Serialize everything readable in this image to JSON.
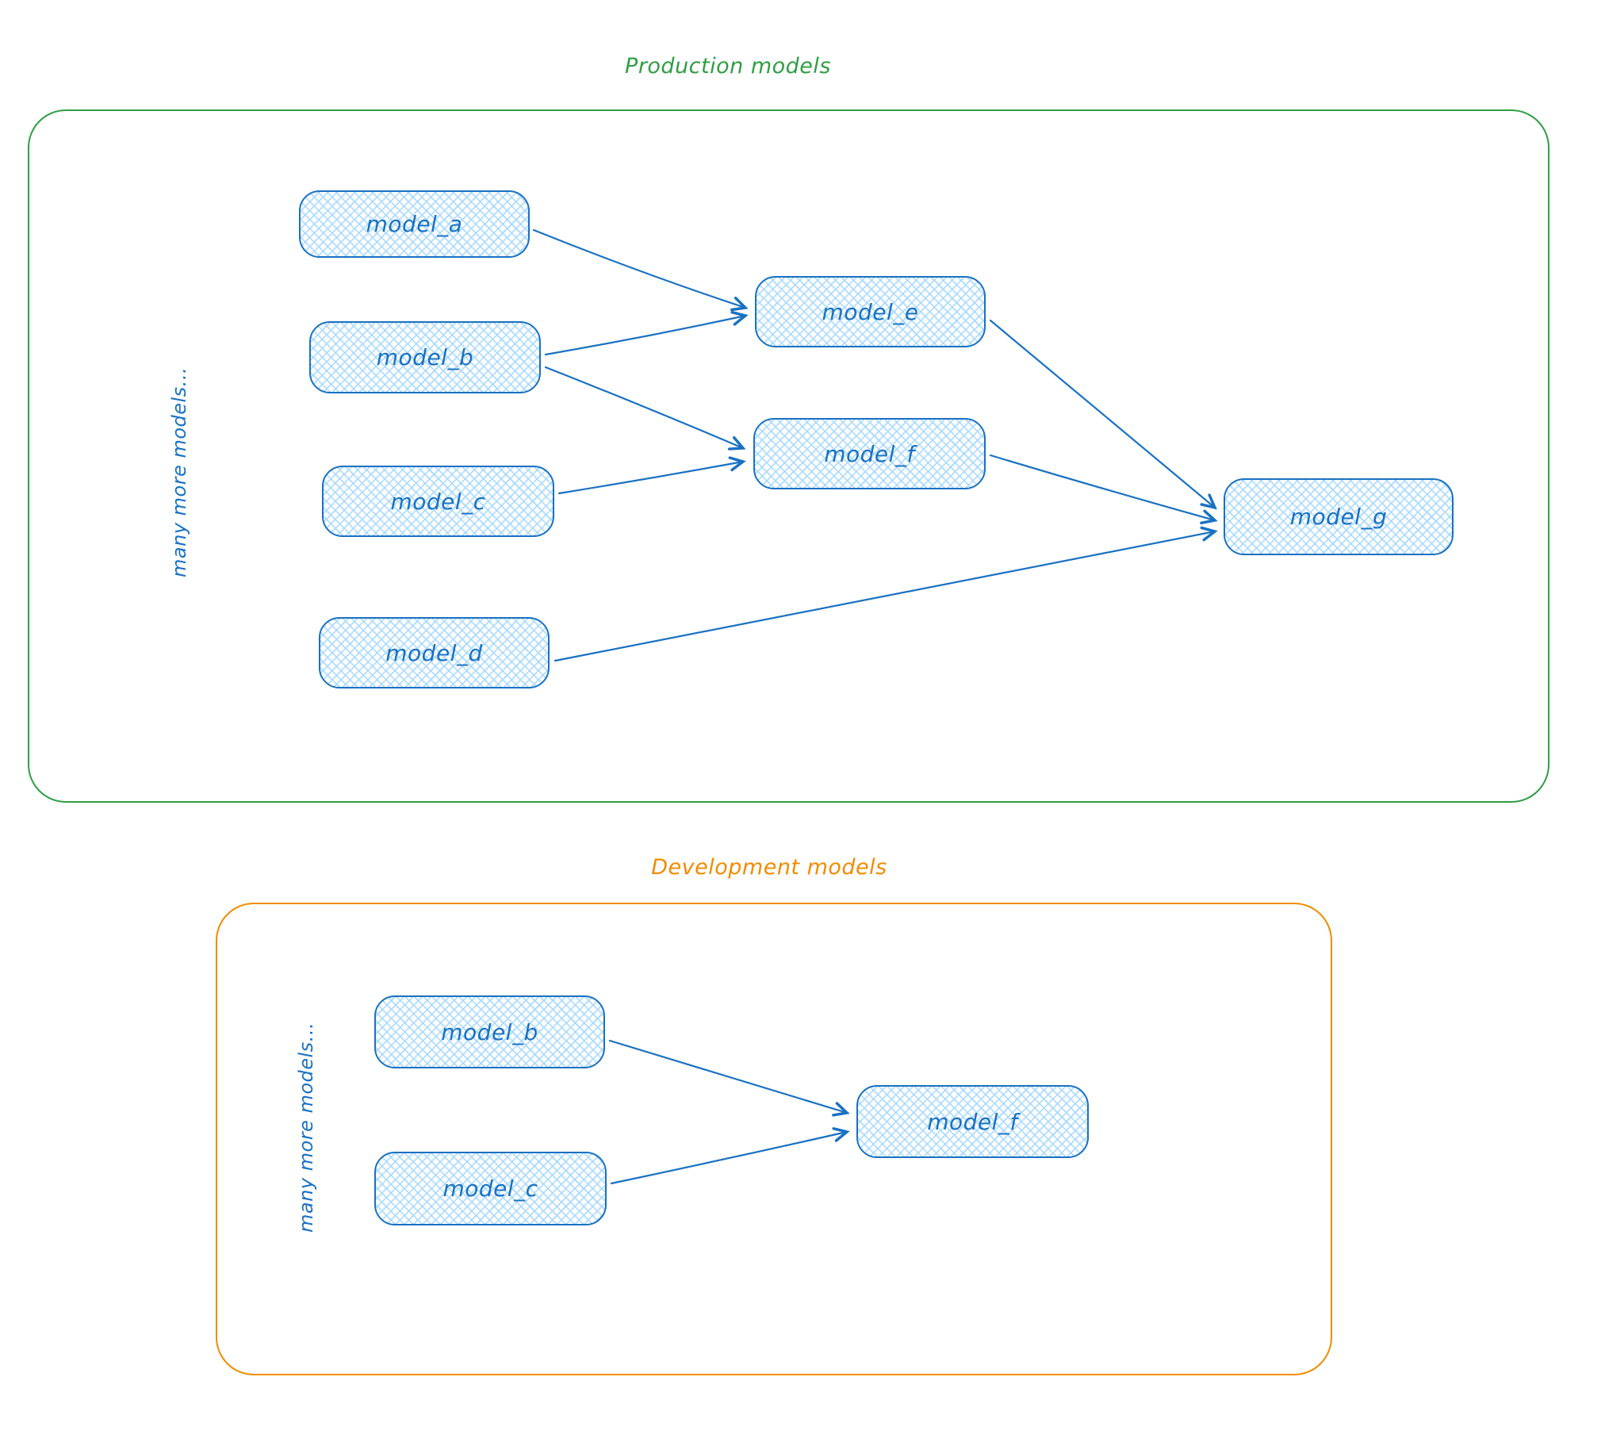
{
  "diagram": {
    "production": {
      "title": "Production models",
      "side_note": "many more models...",
      "nodes": [
        {
          "id": "model_a",
          "label": "model_a"
        },
        {
          "id": "model_b",
          "label": "model_b"
        },
        {
          "id": "model_c",
          "label": "model_c"
        },
        {
          "id": "model_d",
          "label": "model_d"
        },
        {
          "id": "model_e",
          "label": "model_e"
        },
        {
          "id": "model_f",
          "label": "model_f"
        },
        {
          "id": "model_g",
          "label": "model_g"
        }
      ],
      "edges": [
        {
          "from": "model_a",
          "to": "model_e"
        },
        {
          "from": "model_b",
          "to": "model_e"
        },
        {
          "from": "model_b",
          "to": "model_f"
        },
        {
          "from": "model_c",
          "to": "model_f"
        },
        {
          "from": "model_e",
          "to": "model_g"
        },
        {
          "from": "model_f",
          "to": "model_g"
        },
        {
          "from": "model_d",
          "to": "model_g"
        }
      ]
    },
    "development": {
      "title": "Development models",
      "side_note": "many more models...",
      "nodes": [
        {
          "id": "model_b",
          "label": "model_b"
        },
        {
          "id": "model_c",
          "label": "model_c"
        },
        {
          "id": "model_f",
          "label": "model_f"
        }
      ],
      "edges": [
        {
          "from": "model_b",
          "to": "model_f"
        },
        {
          "from": "model_c",
          "to": "model_f"
        }
      ]
    },
    "colors": {
      "node_stroke": "#1971c2",
      "node_fill_hatch": "#a5d8ff",
      "node_text": "#1971c2",
      "arrow": "#1971c2",
      "production_accent": "#2f9e44",
      "development_accent": "#f08c00",
      "background": "#ffffff"
    }
  }
}
